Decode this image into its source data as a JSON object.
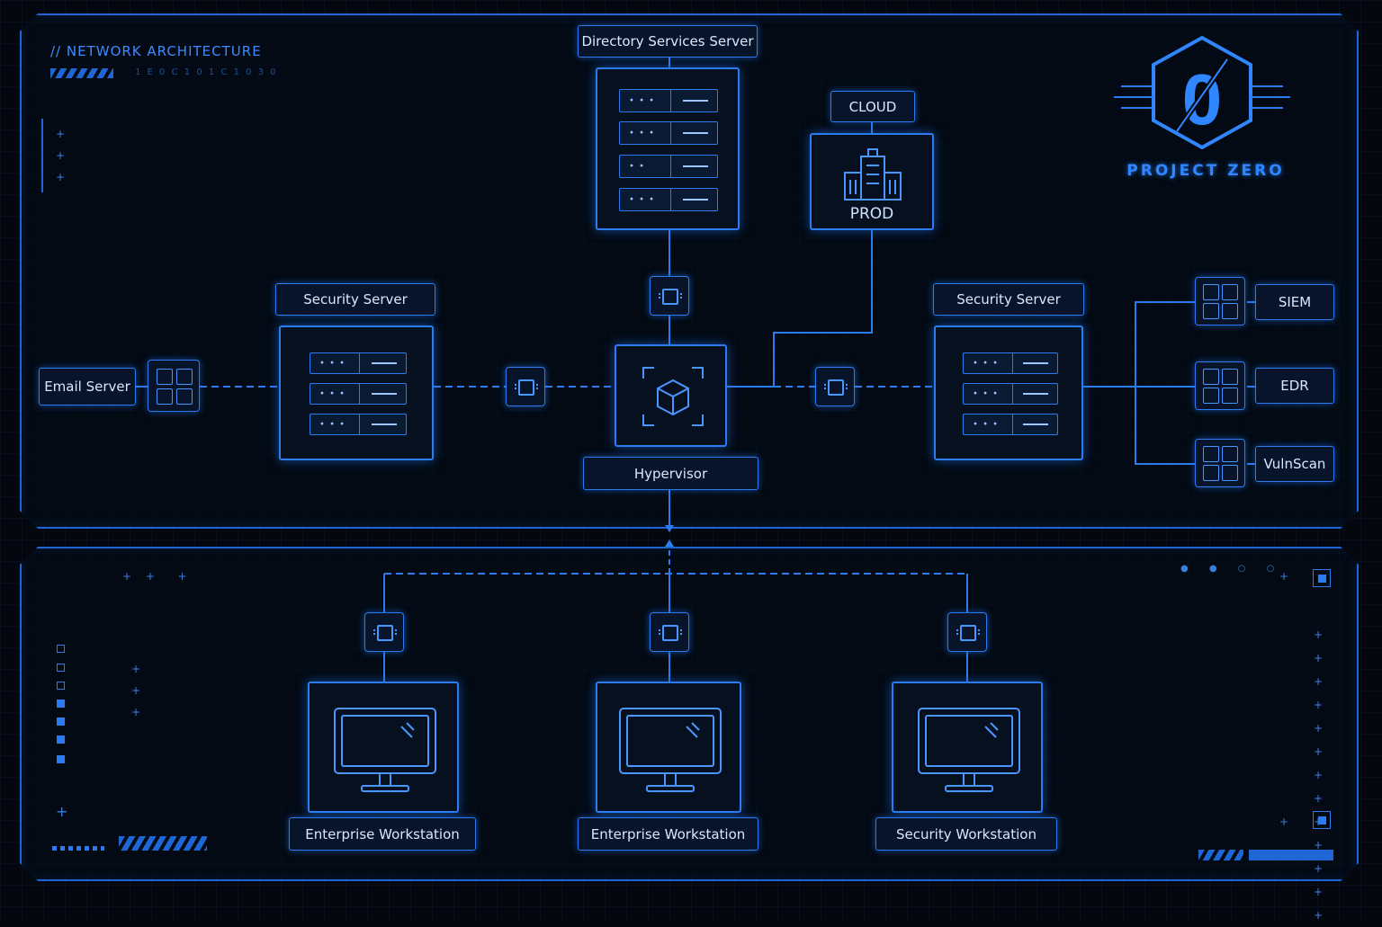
{
  "header": {
    "title": "// NETWORK ARCHITECTURE",
    "binary": "1 E 0 C 1 0 1 C 1 0 3 0"
  },
  "brand": {
    "name": "PROJECT ZERO",
    "logo_glyph": "0",
    "accent": "#2a7cf0"
  },
  "nodes": {
    "directory": "Directory Services Server",
    "cloud": "CLOUD",
    "prod": "PROD",
    "security_left": "Security Server",
    "security_right": "Security Server",
    "email": "Email Server",
    "hypervisor": "Hypervisor",
    "siem": "SIEM",
    "edr": "EDR",
    "vulnscan": "VulnScan",
    "ws1": "Enterprise Workstation",
    "ws2": "Enterprise Workstation",
    "ws3": "Security Workstation"
  },
  "colors": {
    "background": "#04070d",
    "line": "#2a7cf0",
    "glow": "#4a96ff"
  }
}
